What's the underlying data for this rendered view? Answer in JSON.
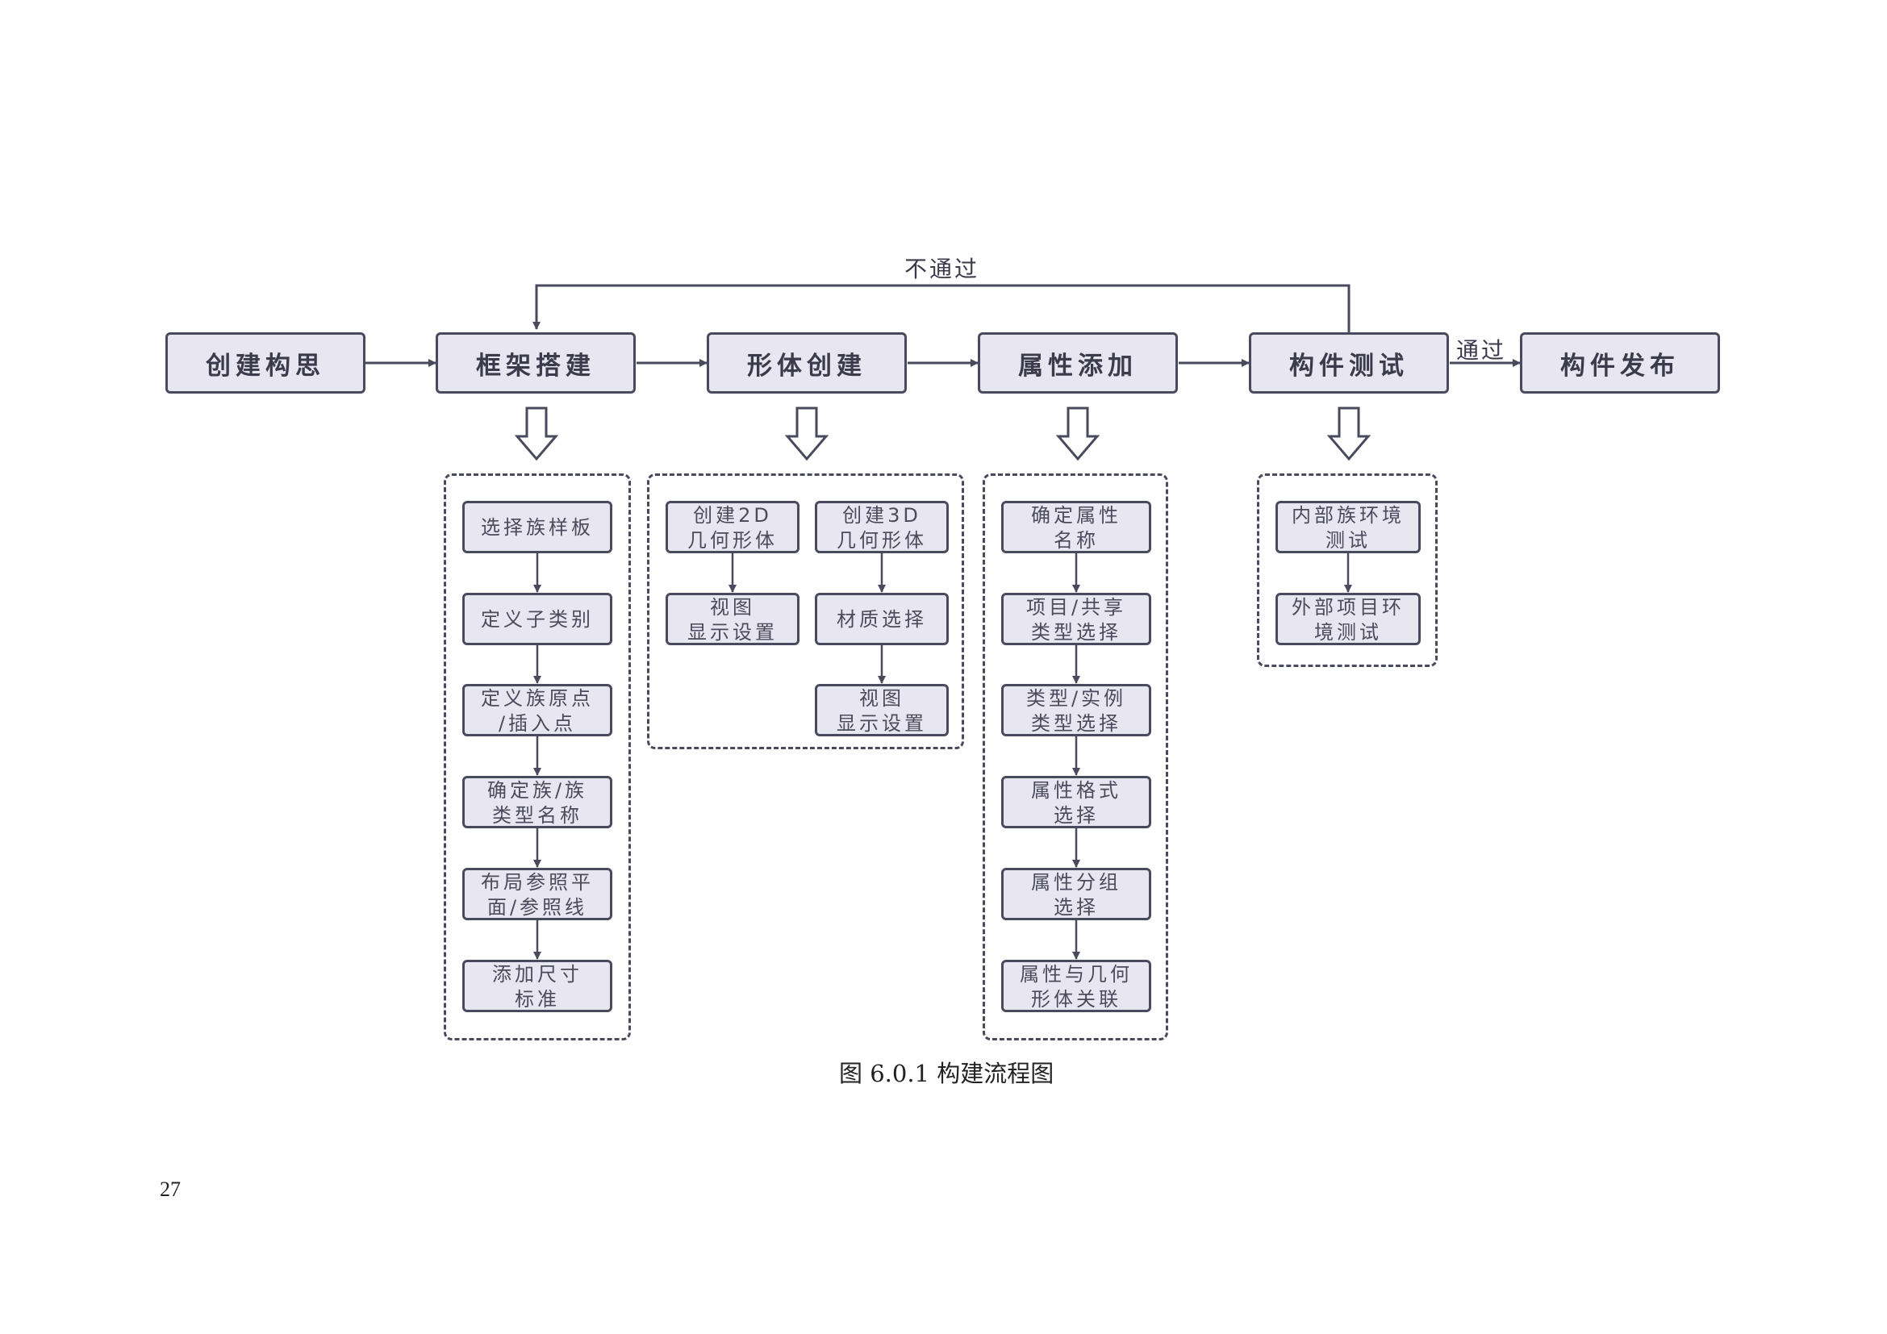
{
  "main_steps": [
    "创建构思",
    "框架搭建",
    "形体创建",
    "属性添加",
    "构件测试",
    "构件发布"
  ],
  "loop_label": "不通过",
  "pass_label": "通过",
  "framework_steps": [
    "选择族样板",
    "定义子类别",
    "定义族原点\n/插入点",
    "确定族/族\n类型名称",
    "布局参照平\n面/参照线",
    "添加尺寸\n标准"
  ],
  "geometry_2d_steps": [
    "创建2D\n几何形体",
    "视图\n显示设置"
  ],
  "geometry_3d_steps": [
    "创建3D\n几何形体",
    "材质选择",
    "视图\n显示设置"
  ],
  "attribute_steps": [
    "确定属性\n名称",
    "项目/共享\n类型选择",
    "类型/实例\n类型选择",
    "属性格式\n选择",
    "属性分组\n选择",
    "属性与几何\n形体关联"
  ],
  "test_steps": [
    "内部族环境\n测试",
    "外部项目环\n境测试"
  ],
  "caption": "图 6.0.1 构建流程图",
  "page_number": "27",
  "colors": {
    "box_fill": "#e8e6f0",
    "stroke": "#4a4a5e",
    "text": "#3b3b4c"
  }
}
